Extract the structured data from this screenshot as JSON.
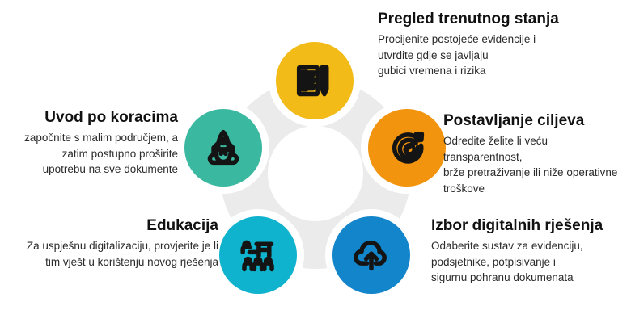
{
  "diagram": {
    "type": "circular-process-diagram",
    "step_count": 5,
    "colors": {
      "yellow": "#F2BB17",
      "orange": "#F2940D",
      "blue": "#1285CB",
      "cyan": "#10B3CE",
      "teal": "#3BB8A0",
      "ring": "#EBEBEB",
      "background": "#FFFFFF",
      "title_text": "#111111",
      "body_text": "#2B2B2B"
    },
    "steps": [
      {
        "id": "top",
        "icon": "clipboard-checklist-pencil-icon",
        "color": "#F2BB17",
        "title": "Pregled trenutnog stanja",
        "body": "Procijenite postojeće evidencije i\nutvrdite gdje se javljaju\ngubici vremena i rizika"
      },
      {
        "id": "right",
        "icon": "target-arrow-icon",
        "color": "#F2940D",
        "title": "Postavljanje ciljeva",
        "body": "Odredite želite li veću transparentnost,\nbrže pretraživanje ili niže operativne\n troškove"
      },
      {
        "id": "bottom-right",
        "icon": "cloud-upload-icon",
        "color": "#1285CB",
        "title": "Izbor digitalnih rješenja",
        "body": "Odaberite sustav za evidenciju,\npodsjetnike, potpisivanje i\nsigurnu pohranu dokumenata"
      },
      {
        "id": "bottom-left",
        "icon": "training-presentation-icon",
        "color": "#10B3CE",
        "title": "Edukacija",
        "body": "Za uspješnu digitalizaciju, provjerite je li\ntim vješt u korištenju novog rješenja"
      },
      {
        "id": "left",
        "icon": "rocket-launch-icon",
        "color": "#3BB8A0",
        "title": "Uvod po koracima",
        "body": "započnite s malim područjem, a\nzatim postupno proširite\nupotrebu na sve dokumente"
      }
    ]
  }
}
